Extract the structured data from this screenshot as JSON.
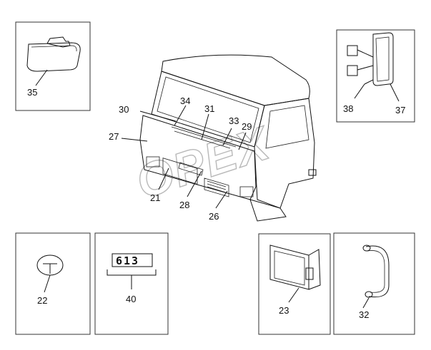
{
  "watermark": "OPEX",
  "badge_text": "613",
  "callouts": {
    "c35": "35",
    "c38": "38",
    "c37": "37",
    "c30": "30",
    "c34": "34",
    "c31": "31",
    "c33": "33",
    "c29": "29",
    "c27": "27",
    "c21": "21",
    "c28": "28",
    "c26": "26",
    "c22": "22",
    "c40": "40",
    "c23": "23",
    "c32": "32"
  }
}
